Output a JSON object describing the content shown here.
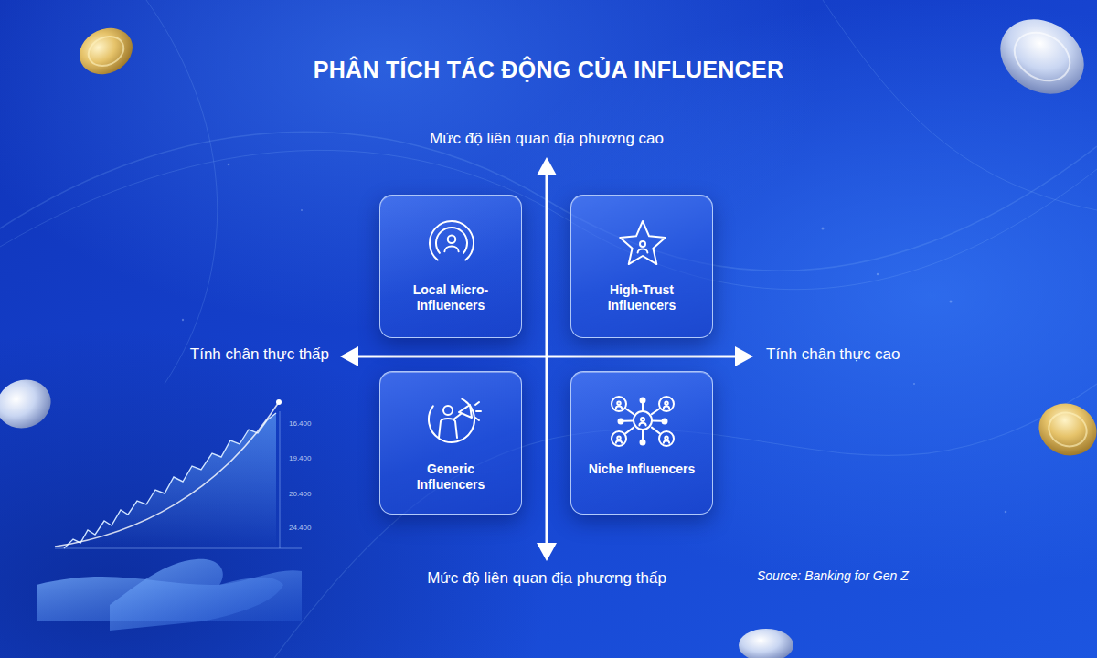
{
  "diagram": {
    "title": "PHÂN TÍCH TÁC ĐỘNG CỦA INFLUENCER",
    "nodes": [
      {
        "text": [
          "Local Micro- Influencers"
        ]
      },
      {
        "text": [
          "High-Trust Influencers"
        ]
      },
      {
        "text": [
          "Generic Influencers"
        ]
      },
      {
        "text": [
          "Niche Influencers"
        ]
      }
    ],
    "labels": [
      "Mức độ liên quan địa phương cao",
      "Tính chân thực thấp",
      "Tính chân thực cao",
      "Mức độ liên quan địa phương thấp",
      "Source: Banking for Gen Z",
      "16.400",
      "19.400",
      "20.400",
      "24.400"
    ]
  }
}
